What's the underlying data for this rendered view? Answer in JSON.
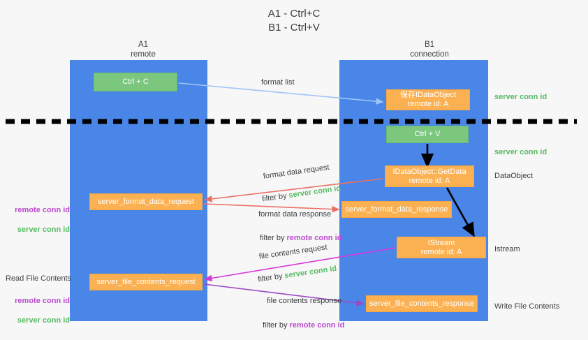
{
  "title": "A1 - Ctrl+C\nB1 - Ctrl+V",
  "columns": {
    "left": {
      "name": "A1",
      "sub": "remote",
      "label": "A1\nremote"
    },
    "right": {
      "name": "B1",
      "sub": "connection",
      "label": "B1\nconnection"
    }
  },
  "boxes": {
    "ctrl_c": {
      "label": "Ctrl + C",
      "color": "#7bc77e"
    },
    "save_idataobject": {
      "label": "保存IDataObject\nremote id: A",
      "color": "#fbb152"
    },
    "ctrl_v": {
      "label": "Ctrl + V",
      "color": "#7bc77e"
    },
    "idataobject_getdata": {
      "label": "IDataObject::GetData\nremote id: A",
      "color": "#fbb152"
    },
    "istream": {
      "label": "IStream\nremote id: A",
      "color": "#fbb152"
    },
    "server_format_data_request": {
      "label": "server_format_data_request",
      "color": "#fbb152"
    },
    "server_format_data_response": {
      "label": "server_format_data_response",
      "color": "#fbb152"
    },
    "server_file_contents_request": {
      "label": "server_file_contents_request",
      "color": "#fbb152"
    },
    "server_file_contents_response": {
      "label": "server_file_contents_response",
      "color": "#fbb152"
    }
  },
  "edge_labels": {
    "format_list": "format list",
    "format_data_request": "format data request",
    "format_data_request_filter_prefix": "filter by ",
    "format_data_request_filter_value": "server conn id",
    "format_data_response": "format data response",
    "format_data_response_filter_prefix": "filter by ",
    "format_data_response_filter_value": "remote conn id",
    "file_contents_request": "file contents request",
    "file_contents_request_filter_prefix": "filter by ",
    "file_contents_request_filter_value": "server conn id",
    "file_contents_response": "file contents response",
    "file_contents_response_filter_prefix": "filter by ",
    "file_contents_response_filter_value": "remote conn id"
  },
  "annotations": {
    "server_conn_id_top": "server conn id",
    "server_conn_id_mid": "server conn id",
    "dataobject": "DataObject",
    "istream": "Istream",
    "write_file_contents": "Write File Contents",
    "read_file_contents": "Read File Contents",
    "remote_conn_id_a": "remote conn id",
    "server_conn_id_a": "server conn id",
    "remote_conn_id_b": "remote conn id",
    "server_conn_id_b": "server conn id"
  },
  "colors": {
    "lane": "#4a86e8",
    "green_box": "#7bc77e",
    "orange_box": "#fbb152",
    "green_text": "#57bb63",
    "purple_text": "#bb4ad1",
    "arrow_blue": "#9fc5f8",
    "arrow_red": "#ea7066",
    "arrow_magenta": "#d936d9",
    "arrow_purple": "#9a49c4",
    "arrow_black": "#000000",
    "background": "#f7f7f7"
  }
}
